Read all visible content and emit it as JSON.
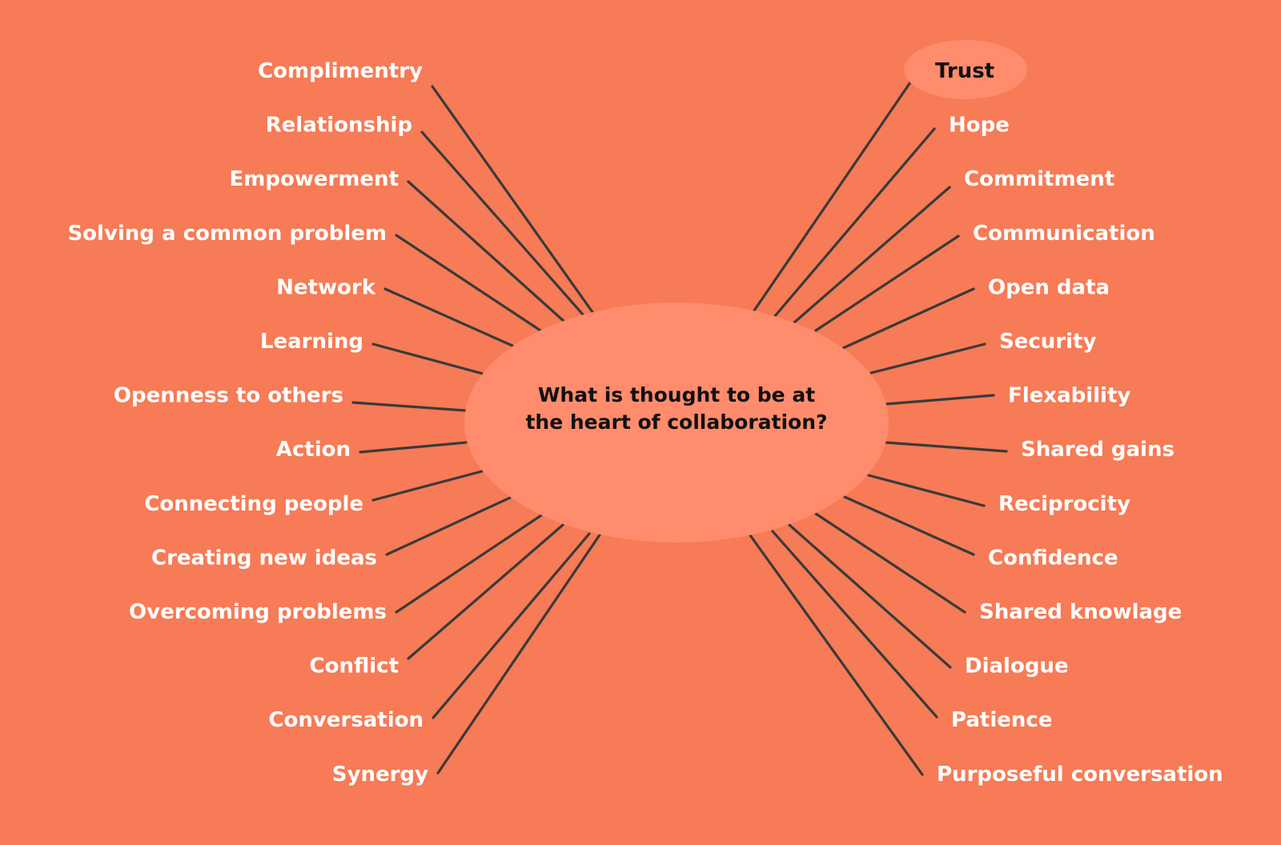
{
  "central_question": {
    "line1": "What is thought to be at",
    "line2": "the heart of collaboration?"
  },
  "left_terms": [
    "Complimentry",
    "Relationship",
    "Empowerment",
    "Solving a common problem",
    "Network",
    "Learning",
    "Openness to others",
    "Action",
    "Connecting people",
    "Creating new ideas",
    "Overcoming problems",
    "Conflict",
    "Conversation",
    "Synergy"
  ],
  "right_terms": [
    "Trust",
    "Hope",
    "Commitment",
    "Communication",
    "Open data",
    "Security",
    "Flexability",
    "Shared gains",
    "Reciprocity",
    "Confidence",
    "Shared knowlage",
    "Dialogue",
    "Patience",
    "Purposeful conversation"
  ],
  "highlighted_term": "Trust",
  "colors": {
    "background": "#f67b56",
    "hub": "#ff8c6c",
    "spoke": "#3a3a3a",
    "label": "#ffffff",
    "highlight_label": "#111111"
  }
}
